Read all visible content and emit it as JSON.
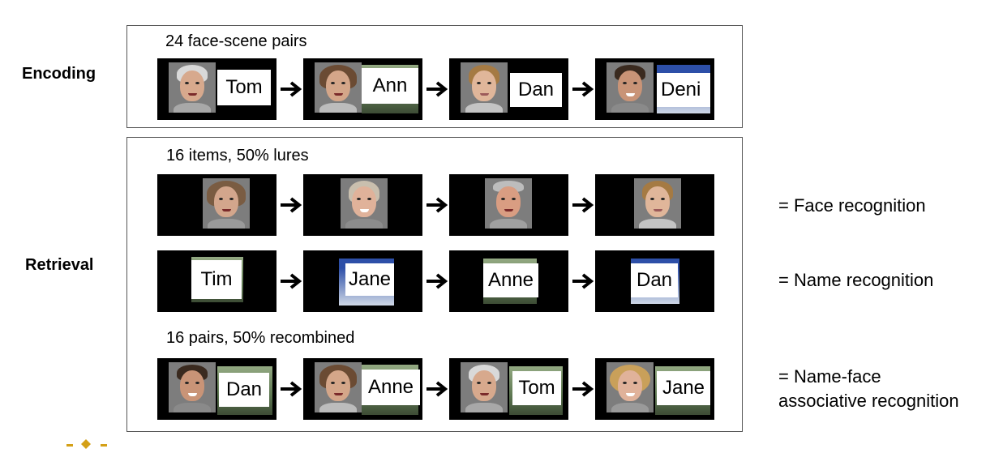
{
  "encoding": {
    "label": "Encoding",
    "caption": "24 face-scene pairs",
    "tiles": [
      {
        "face": "older-man",
        "name": "Tom"
      },
      {
        "face": "older-woman",
        "name": "Ann"
      },
      {
        "face": "young-man",
        "name": "Dan"
      },
      {
        "face": "young-woman",
        "name": "Deni"
      }
    ]
  },
  "retrieval": {
    "label": "Retrieval",
    "face_caption": "16 items, 50% lures",
    "face_tiles": [
      {
        "face": "older-woman-2"
      },
      {
        "face": "older-woman-3"
      },
      {
        "face": "older-man-2"
      },
      {
        "face": "young-man"
      }
    ],
    "name_tiles": [
      {
        "name": "Tim"
      },
      {
        "name": "Jane"
      },
      {
        "name": "Anne"
      },
      {
        "name": "Dan"
      }
    ],
    "pair_caption": "16 pairs, 50% recombined",
    "pair_tiles": [
      {
        "face": "young-woman",
        "name": "Dan"
      },
      {
        "face": "older-woman",
        "name": "Anne"
      },
      {
        "face": "older-man",
        "name": "Tom"
      },
      {
        "face": "older-woman-curly",
        "name": "Jane"
      }
    ]
  },
  "legend": {
    "face_recognition": "= Face recognition",
    "name_recognition": "= Name recognition",
    "associative_line1": "= Name-face",
    "associative_line2": "associative recognition"
  },
  "colors": {
    "panel_border": "#555555",
    "tile_background": "#000000",
    "logo_accent": "#d4a017"
  }
}
